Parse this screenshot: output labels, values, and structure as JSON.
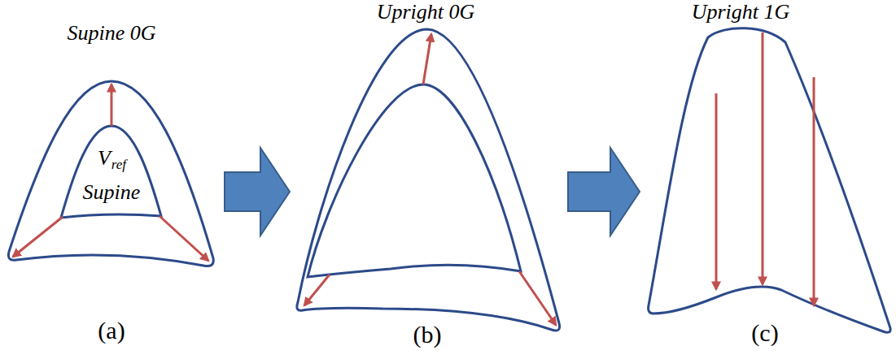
{
  "diagram": {
    "nodes": [
      {
        "text": [
          "Supine 0G",
          "(a)"
        ]
      },
      {
        "text": [
          "V",
          "ref",
          "Supine"
        ],
        "in": 0
      },
      {
        "text": [
          "Upright 0G",
          "(b)"
        ]
      },
      {
        "text": [
          "Upright 1G",
          "(c)"
        ]
      }
    ],
    "edges": [
      {
        "from": 0,
        "to": 2,
        "arrow": "to"
      },
      {
        "from": 2,
        "to": 3,
        "arrow": "to"
      }
    ]
  }
}
